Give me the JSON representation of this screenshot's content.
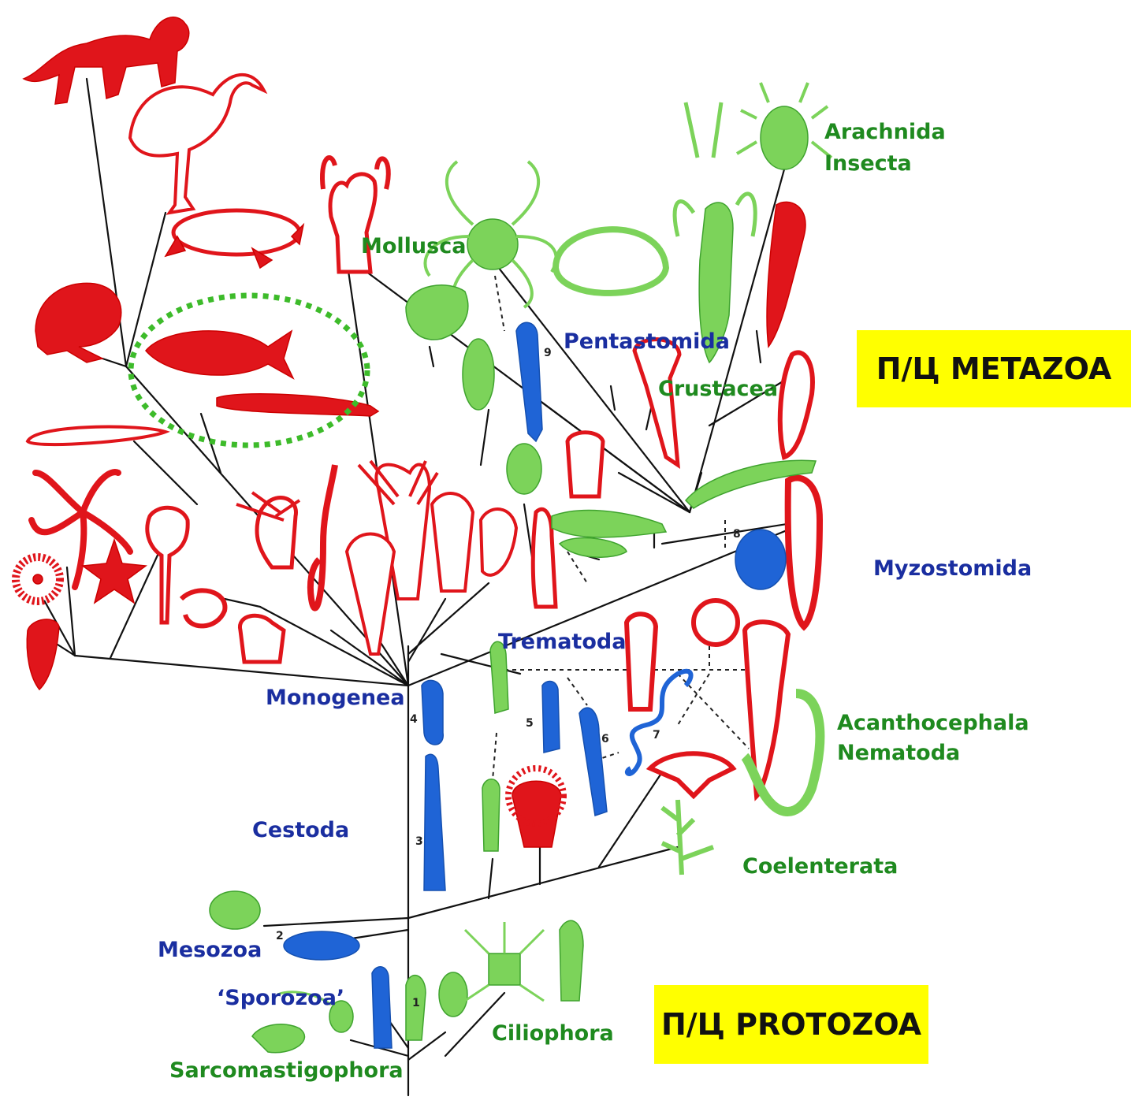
{
  "banners": {
    "metazoa": "П/Ц METAZOA",
    "protozoa": "П/Ц PROTOZOA"
  },
  "labels": {
    "arachnida": "Arachnida",
    "insecta": "Insecta",
    "mollusca": "Mollusca",
    "pentastomida": "Pentastomida",
    "crustacea": "Crustacea",
    "myzostomida": "Myzostomida",
    "trematoda": "Trematoda",
    "monogenea": "Monogenea",
    "acanthocephala": "Acanthocephala",
    "nematoda": "Nematoda",
    "cestoda": "Cestoda",
    "coelenterata": "Coelenterata",
    "mesozoa": "Mesozoa",
    "sporozoa": "‘Sporozoa’",
    "ciliophora": "Ciliophora",
    "sarcomastigophora": "Sarcomastigophora"
  },
  "numbers": {
    "n1": "1",
    "n2": "2",
    "n3": "3",
    "n4": "4",
    "n5": "5",
    "n6": "6",
    "n7": "7",
    "n8": "8",
    "n9": "9"
  },
  "colors": {
    "free_living_vertebrate_and_other": "#e0151b",
    "green_group": "#7cd35a",
    "blue_parasites": "#1f64d6",
    "label_green": "#1f8a1f",
    "label_blue": "#1a2ea0",
    "banner": "#ffff00",
    "highlight_ellipse": "#3dbb2a"
  }
}
